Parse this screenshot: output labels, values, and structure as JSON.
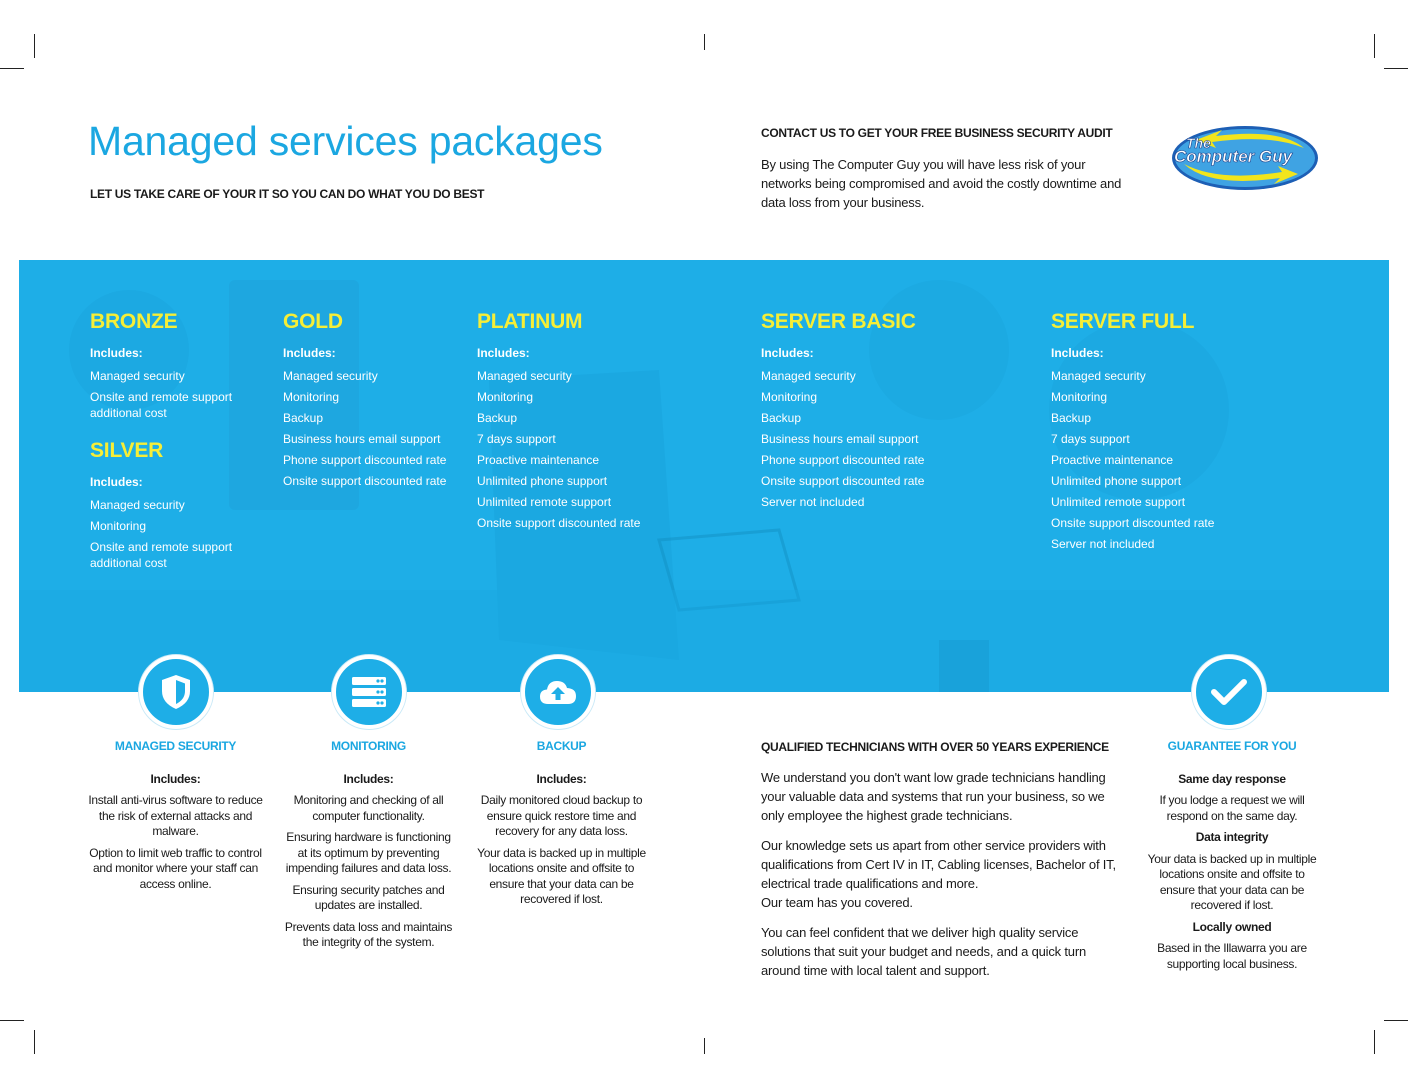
{
  "header": {
    "title": "Managed services packages",
    "subtitle": "LET US TAKE CARE OF YOUR IT SO YOU CAN DO WHAT YOU DO BEST",
    "contact_heading": "CONTACT US TO GET YOUR FREE BUSINESS SECURITY AUDIT",
    "contact_text": "By using The Computer Guy you will have less risk of your networks being compromised and avoid the costly downtime and data loss from your business.",
    "logo_line1": "The",
    "logo_line2": "Computer Guy"
  },
  "colors": {
    "brand_blue": "#1eaee7",
    "title_blue": "#1ba7e1",
    "package_yellow": "#f6ee37"
  },
  "packages": [
    {
      "name": "BRONZE",
      "includes_label": "Includes:",
      "items": [
        "Managed security",
        "Onsite and remote support additional cost"
      ]
    },
    {
      "name": "SILVER",
      "includes_label": "Includes:",
      "items": [
        "Managed security",
        "Monitoring",
        "Onsite and remote support additional cost"
      ]
    },
    {
      "name": "GOLD",
      "includes_label": "Includes:",
      "items": [
        "Managed security",
        "Monitoring",
        "Backup",
        "Business hours email support",
        "Phone support discounted rate",
        "Onsite support discounted rate"
      ]
    },
    {
      "name": "PLATINUM",
      "includes_label": "Includes:",
      "items": [
        "Managed security",
        "Monitoring",
        "Backup",
        "7 days support",
        "Proactive maintenance",
        "Unlimited phone support",
        "Unlimited remote support",
        "Onsite support discounted rate"
      ]
    },
    {
      "name": "SERVER BASIC",
      "includes_label": "Includes:",
      "items": [
        "Managed security",
        "Monitoring",
        "Backup",
        "Business hours email support",
        "Phone support discounted rate",
        "Onsite support discounted rate",
        "Server not included"
      ]
    },
    {
      "name": "SERVER FULL",
      "includes_label": "Includes:",
      "items": [
        "Managed security",
        "Monitoring",
        "Backup",
        "7 days support",
        "Proactive maintenance",
        "Unlimited phone support",
        "Unlimited remote support",
        "Onsite support discounted rate",
        "Server not included"
      ]
    }
  ],
  "services": [
    {
      "icon": "shield-icon",
      "name": "MANAGED SECURITY",
      "includes_label": "Includes:",
      "paragraphs": [
        "Install anti-virus software to reduce the risk of external attacks and malware.",
        "Option to limit web traffic to control and monitor where your staff can access online."
      ]
    },
    {
      "icon": "server-icon",
      "name": "MONITORING",
      "includes_label": "Includes:",
      "paragraphs": [
        "Monitoring and checking of all computer functionality.",
        "Ensuring hardware is functioning at its optimum by preventing impending failures and data loss.",
        "Ensuring security patches and updates are installed.",
        "Prevents data loss and maintains the integrity of the system."
      ]
    },
    {
      "icon": "cloud-upload-icon",
      "name": "BACKUP",
      "includes_label": "Includes:",
      "paragraphs": [
        "Daily monitored cloud backup to ensure quick restore time and recovery for any data loss.",
        "Your data is backed up in multiple locations onsite and offsite to ensure that your data can be recovered if lost."
      ]
    }
  ],
  "qualified": {
    "heading": "QUALIFIED TECHNICIANS WITH OVER 50 YEARS EXPERIENCE",
    "paragraphs": [
      "We understand you don't want low grade technicians handling your valuable data and systems that run your business, so we only employee the highest grade technicians.",
      "Our knowledge sets us apart from other service providers with qualifications from Cert IV in IT, Cabling licenses, Bachelor of IT, electrical trade qualifications and more.",
      "Our team has you covered.",
      "You can feel confident that we deliver high quality service solutions that suit your budget and needs, and a quick turn around time with local talent and support."
    ]
  },
  "guarantee": {
    "icon": "checkmark-icon",
    "name": "GUARANTEE FOR YOU",
    "items": [
      {
        "title": "Same day response",
        "text": "If you lodge a request we will respond on the same day."
      },
      {
        "title": "Data integrity",
        "text": "Your data is backed up in multiple locations onsite and offsite to ensure that your data can be recovered if lost."
      },
      {
        "title": "Locally owned",
        "text": "Based in the Illawarra you are supporting local business."
      }
    ]
  }
}
